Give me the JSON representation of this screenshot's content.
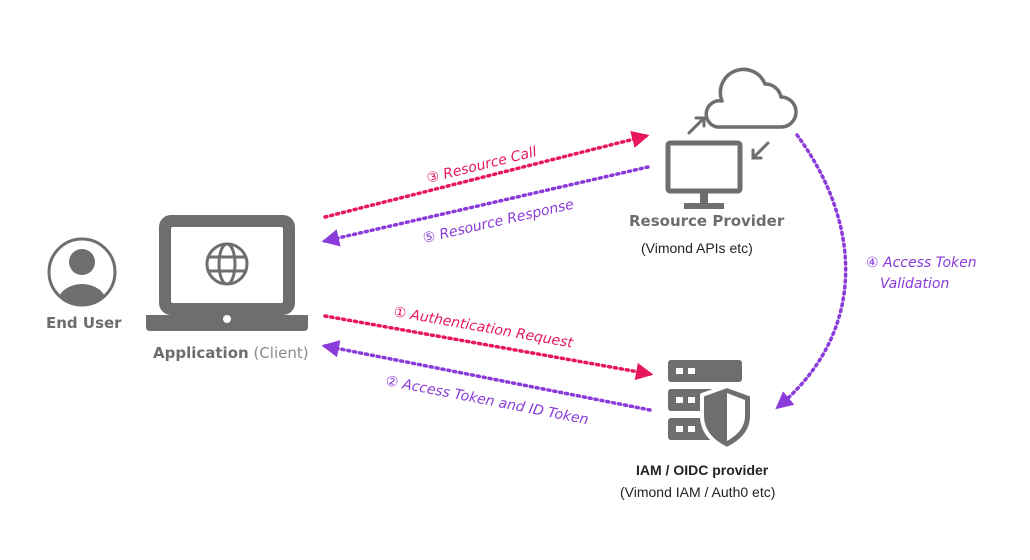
{
  "colors": {
    "red": "#e8175d",
    "purple": "#8a3bd9",
    "icon_gray": "#6e6e6e",
    "title_gray": "#6d6d6d",
    "light_text": "#8a8a8a"
  },
  "nodes": {
    "end_user": {
      "title": "End User",
      "icon": "user-avatar-icon"
    },
    "application": {
      "title": "Application",
      "suffix": " (Client)",
      "icon": "laptop-globe-icon"
    },
    "resource_provider": {
      "title": "Resource Provider",
      "subtitle": "(Vimond APIs etc)",
      "icon": "monitor-cloud-icon"
    },
    "iam_provider": {
      "title": "IAM / OIDC provider",
      "subtitle": "(Vimond IAM / Auth0 etc)",
      "icon": "server-shield-icon"
    }
  },
  "flows": [
    {
      "marker": "①",
      "label": "Authentication Request",
      "color": "red"
    },
    {
      "marker": "②",
      "label": "Access Token and ID Token",
      "color": "purple"
    },
    {
      "marker": "③",
      "label": "Resource Call",
      "color": "red"
    },
    {
      "marker": "④",
      "label": "Access Token",
      "label_line2": "Validation",
      "color": "purple"
    },
    {
      "marker": "⑤",
      "label": "Resource Response",
      "color": "purple"
    }
  ]
}
